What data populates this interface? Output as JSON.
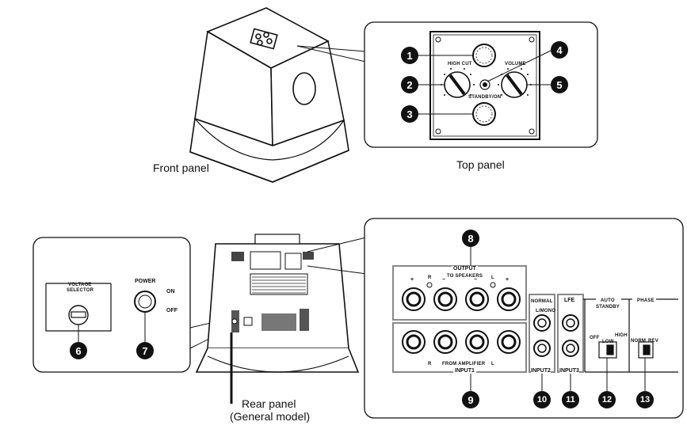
{
  "captions": {
    "front_panel": "Front panel",
    "top_panel": "Top panel",
    "rear_panel_line1": "Rear panel",
    "rear_panel_line2": "(General model)"
  },
  "top_panel": {
    "high_cut": "HIGH CUT",
    "volume": "VOLUME",
    "standby_on": "STANDBY/ON"
  },
  "left_detail": {
    "voltage_selector_line1": "VOLTAGE",
    "voltage_selector_line2": "SELECTOR",
    "power": "POWER",
    "on": "ON",
    "off": "OFF"
  },
  "rear_detail": {
    "output": "OUTPUT",
    "to_speakers": "TO SPEAKERS",
    "from_amplifier": "FROM AMPLIFIER",
    "input1": "INPUT1",
    "input2": "INPUT2",
    "input3": "INPUT3",
    "normal": "NORMAL",
    "mono": "L/MONO",
    "lfe": "LFE",
    "auto_standby_line1": "AUTO",
    "auto_standby_line2": "STANDBY",
    "off": "OFF",
    "low": "LOW",
    "high": "HIGH",
    "phase": "PHASE",
    "norm": "NORM",
    "rev": "REV",
    "plus": "+",
    "minus": "−",
    "r": "R",
    "l": "L"
  },
  "callouts": [
    "1",
    "2",
    "3",
    "4",
    "5",
    "6",
    "7",
    "8",
    "9",
    "10",
    "11",
    "12",
    "13"
  ]
}
